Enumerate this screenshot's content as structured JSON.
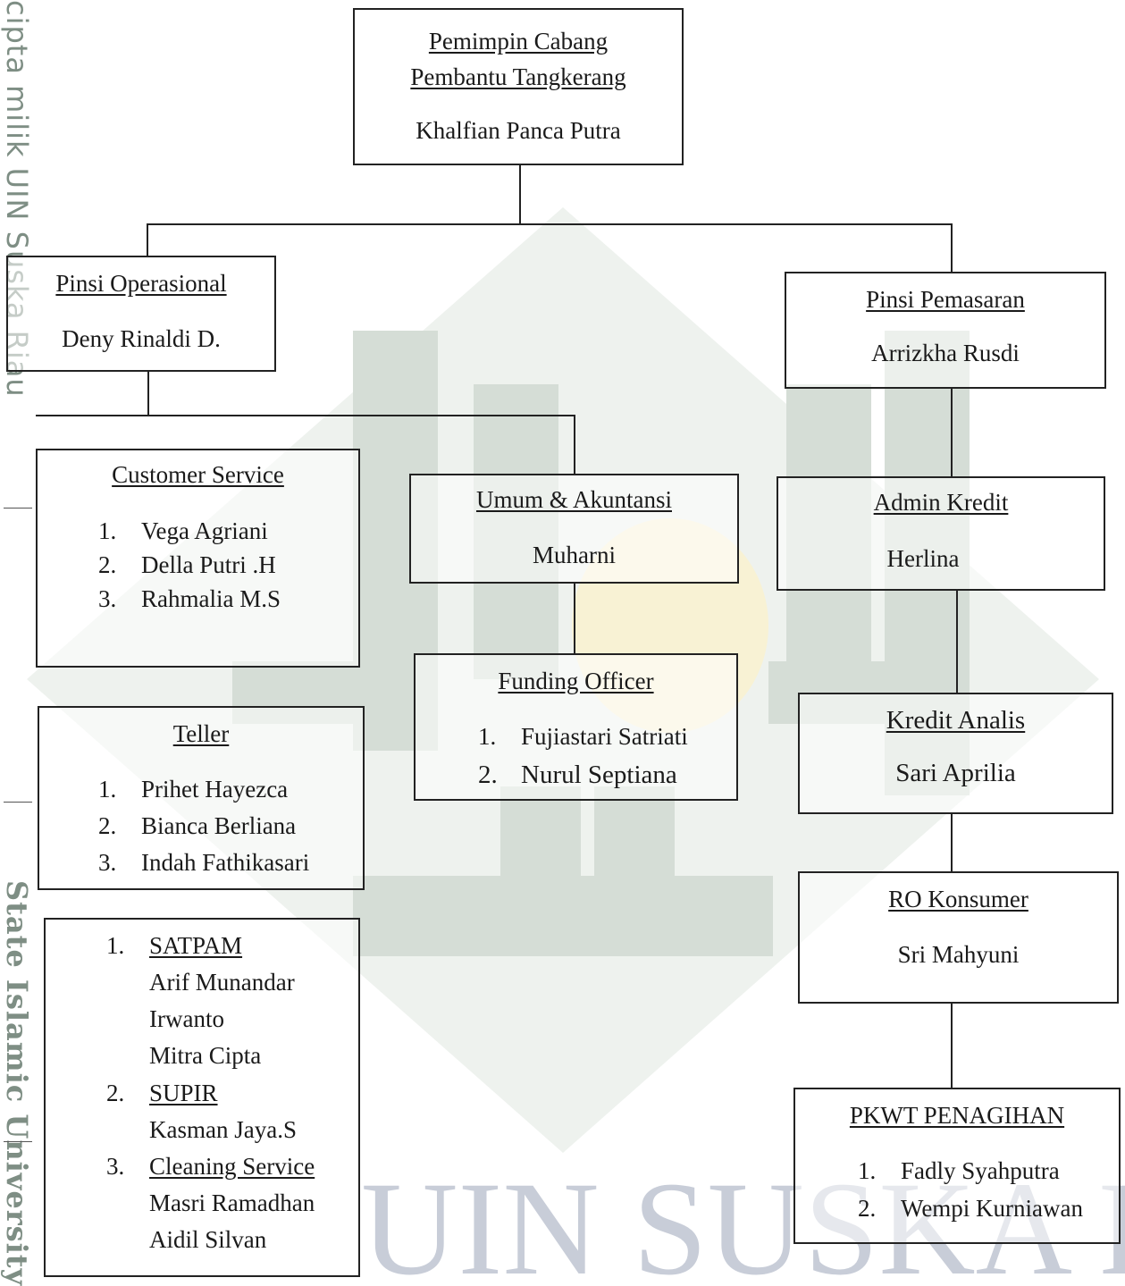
{
  "watermark": {
    "side_top": "cipta milik UIN Suska Riau",
    "side_bottom": "State Islamic University",
    "bottom_text": "UIN SUSKA RIAU",
    "colors": {
      "green": "#9aac9f",
      "gold": "#f3e7b0"
    }
  },
  "root": {
    "title_line1": "Pemimpin Cabang",
    "title_line2": "Pembantu Tangkerang",
    "name": "Khalfian Panca Putra"
  },
  "operasional": {
    "title": "Pinsi Operasional",
    "name": "Deny Rinaldi D."
  },
  "pemasaran": {
    "title": "Pinsi Pemasaran",
    "name": "Arrizkha Rusdi"
  },
  "customer_service": {
    "title": "Customer Service",
    "items": [
      {
        "num": "1.",
        "name": "Vega Agriani"
      },
      {
        "num": "2.",
        "name": "Della Putri .H"
      },
      {
        "num": "3.",
        "name": "Rahmalia M.S"
      }
    ]
  },
  "umum": {
    "title": "Umum & Akuntansi",
    "name": "Muharni"
  },
  "admin_kredit": {
    "title": "Admin Kredit",
    "name": "Herlina"
  },
  "teller": {
    "title": "Teller",
    "items": [
      {
        "num": "1.",
        "name": "Prihet Hayezca"
      },
      {
        "num": "2.",
        "name": "Bianca Berliana"
      },
      {
        "num": "3.",
        "name": "Indah Fathikasari"
      }
    ]
  },
  "funding": {
    "title": "Funding Officer",
    "items": [
      {
        "num": "1.",
        "name": "Fujiastari Satriati"
      },
      {
        "num": "2.",
        "name": "Nurul Septiana"
      }
    ]
  },
  "kredit_analis": {
    "title": "Kredit Analis",
    "name": "Sari Aprilia"
  },
  "ro_konsumer": {
    "title": "RO Konsumer",
    "name": "Sri Mahyuni"
  },
  "support": {
    "groups": [
      {
        "num": "1.",
        "title": "SATPAM",
        "names": [
          "Arif  Munandar",
          "Irwanto",
          "Mitra Cipta"
        ]
      },
      {
        "num": "2.",
        "title": "SUPIR",
        "names": [
          "Kasman Jaya.S"
        ]
      },
      {
        "num": "3.",
        "title": "Cleaning Service",
        "names": [
          "Masri Ramadhan",
          "Aidil Silvan"
        ]
      }
    ]
  },
  "pkwt": {
    "title": "PKWT PENAGIHAN",
    "items": [
      {
        "num": "1.",
        "name": "Fadly Syahputra"
      },
      {
        "num": "2.",
        "name": "Wempi Kurniawan"
      }
    ]
  }
}
